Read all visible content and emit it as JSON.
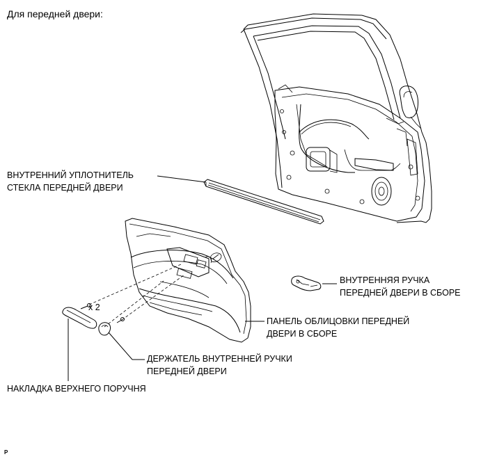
{
  "heading": "Для передней двери:",
  "labels": {
    "glass_seal_1": "ВНУТРЕННИЙ УПЛОТНИТЕЛЬ",
    "glass_seal_2": "СТЕКЛА ПЕРЕДНЕЙ ДВЕРИ",
    "inner_handle_1": "ВНУТРЕННЯЯ РУЧКА",
    "inner_handle_2": "ПЕРЕДНЕЙ ДВЕРИ В СБОРЕ",
    "trim_panel_1": "ПАНЕЛЬ ОБЛИЦОВКИ ПЕРЕДНЕЙ",
    "trim_panel_2": "ДВЕРИ В СБОРЕ",
    "handle_holder_1": "ДЕРЖАТЕЛЬ ВНУТРЕННЕЙ РУЧКИ",
    "handle_holder_2": "ПЕРЕДНЕЙ ДВЕРИ",
    "armrest_cover": "НАКЛАДКА ВЕРХНЕГО ПОРУЧНЯ",
    "screw_qty": "x 2"
  },
  "corner_mark": "P"
}
